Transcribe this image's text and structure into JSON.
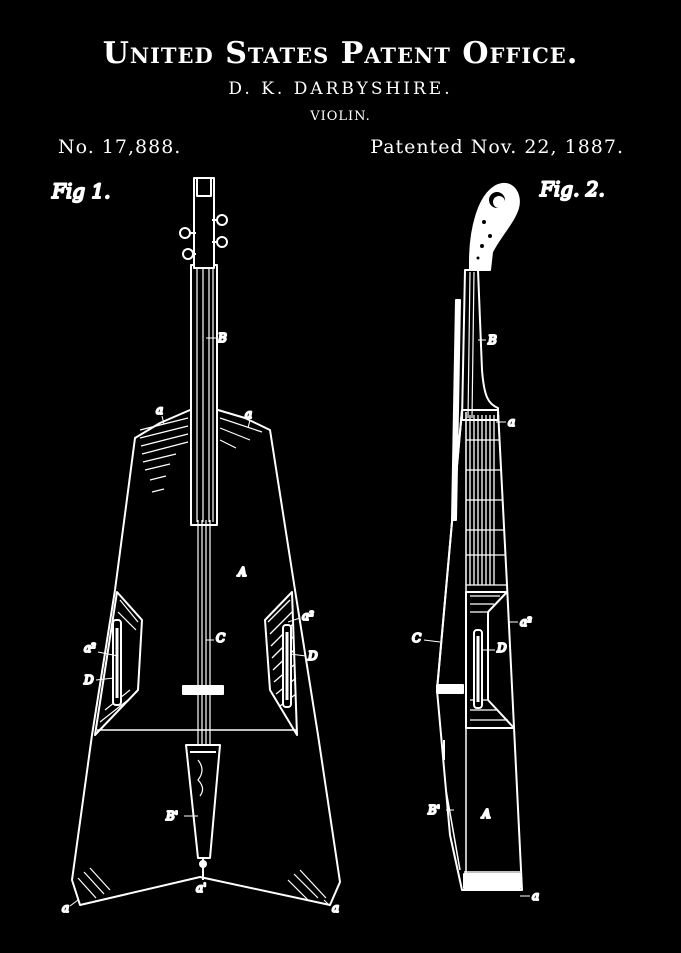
{
  "header": {
    "office": "United States Patent Office.",
    "inventor": "D. K. DARBYSHIRE.",
    "subject": "VIOLIN.",
    "patent_number": "No. 17,888.",
    "patent_date": "Patented Nov. 22, 1887."
  },
  "figures": {
    "fig1": "Fig 1.",
    "fig2": "Fig. 2."
  },
  "labels": {
    "a": "a",
    "a1": "a'",
    "a2": "a²",
    "A": "A",
    "B": "B",
    "B1": "B'",
    "C": "C",
    "D": "D"
  },
  "colors": {
    "background": "#000000",
    "ink": "#ffffff"
  }
}
